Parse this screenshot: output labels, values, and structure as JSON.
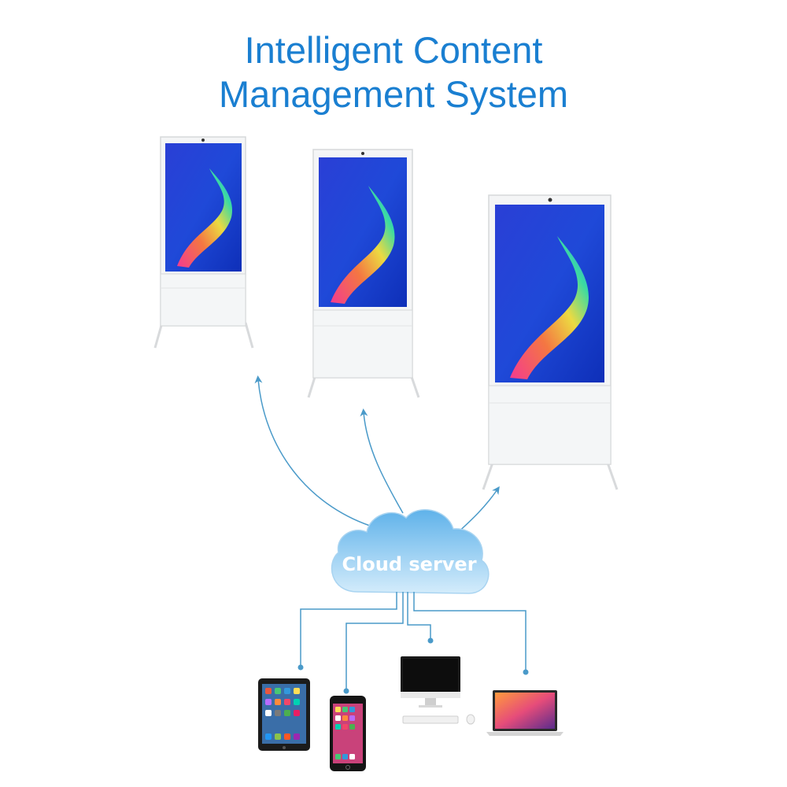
{
  "title": {
    "line1": "Intelligent Content",
    "line2": "Management System",
    "color": "#1a7fd1"
  },
  "cloud": {
    "label": "Cloud server",
    "color_top": "#5fb2ea",
    "color_bottom": "#cfe9fb",
    "icon": "cloud-icon"
  },
  "connector_color": "#4a9ac9",
  "kiosks": [
    {
      "name": "digital-signage-kiosk-left",
      "icon": "kiosk-icon"
    },
    {
      "name": "digital-signage-kiosk-middle",
      "icon": "kiosk-icon"
    },
    {
      "name": "digital-signage-kiosk-right",
      "icon": "kiosk-icon"
    }
  ],
  "devices": [
    {
      "name": "tablet",
      "icon": "tablet-icon"
    },
    {
      "name": "smartphone",
      "icon": "smartphone-icon"
    },
    {
      "name": "desktop-computer",
      "icon": "desktop-computer-icon"
    },
    {
      "name": "laptop",
      "icon": "laptop-icon"
    }
  ]
}
